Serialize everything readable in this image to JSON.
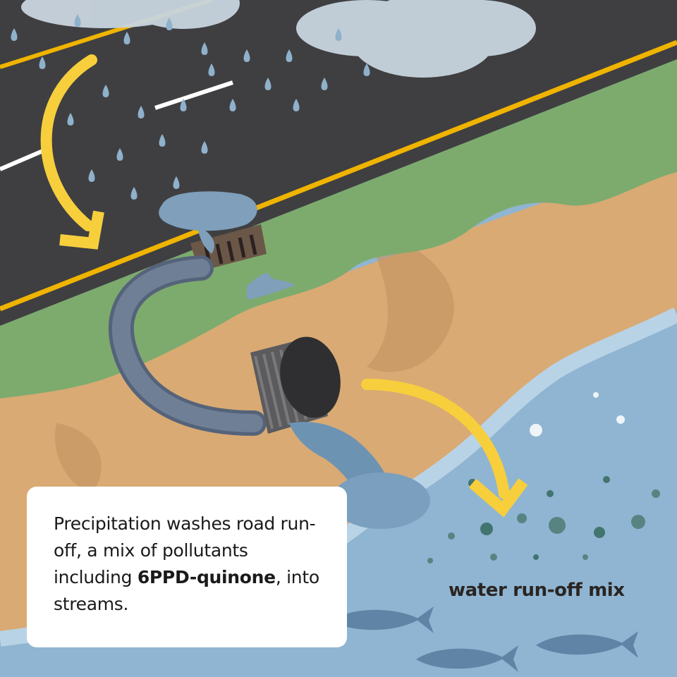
{
  "caption": {
    "text_before": "Precipitation washes road run-off, a mix of pollutants including ",
    "emphasis": "6PPD-quinone",
    "text_after": ", into streams."
  },
  "label": {
    "mix": "water run-off mix"
  },
  "colors": {
    "road": "#3f3f41",
    "road_line": "#f0b400",
    "grass": "#7dab6e",
    "sand": "#d9aa74",
    "water": "#8fb5d2",
    "pipe": "#6f7f95",
    "culvert": "#3b3b3d",
    "arrow": "#f7cf3c",
    "cloud": "#c9d5df",
    "rain": "#8fb1cb",
    "fish": "#5f84a6"
  },
  "icons": [
    "cloud-icon",
    "raindrop-icon",
    "storm-drain-icon",
    "pipe-icon",
    "culvert-icon",
    "arrow-icon",
    "fish-icon"
  ]
}
